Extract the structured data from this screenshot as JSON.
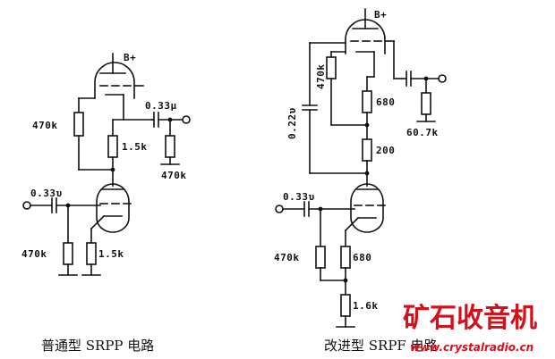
{
  "left_circuit": {
    "supply": "B+",
    "r_grid_bias": "470k",
    "c_output": "0.33μ",
    "r_plate_mid": "1.5k",
    "r_load": "470k",
    "c_input": "0.33υ",
    "r_grid_leak": "470k",
    "r_cathode": "1.5k",
    "caption": "普通型 SRPP 电路"
  },
  "right_circuit": {
    "supply": "B+",
    "r_grid_bias": "470k",
    "c_bootstrap": "0.22υ",
    "r_upper_cathode": "680",
    "r_load": "60.7k",
    "r_mid": "200",
    "c_input": "0.33υ",
    "r_grid_leak": "470k",
    "r_lower_cathode": "680",
    "r_bottom": "1.6k",
    "caption": "改进型 SRPF 电路"
  },
  "watermark": {
    "name": "矿石收音机",
    "url": "www.crystalradio.cn",
    "accent": "#d4101a"
  }
}
